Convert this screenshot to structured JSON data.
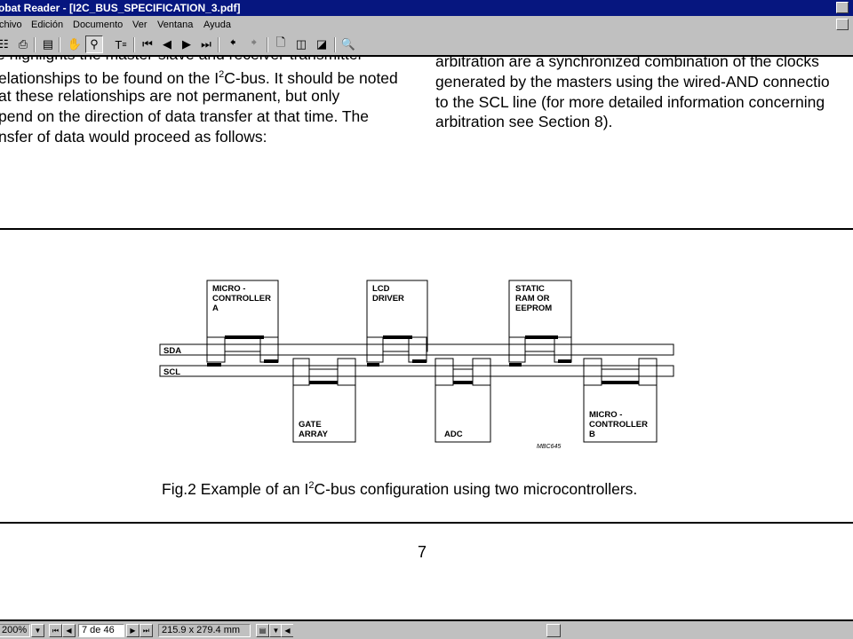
{
  "window": {
    "title": "obat Reader - [I2C_BUS_SPECIFICATION_3.pdf]"
  },
  "menu": {
    "items": [
      "chivo",
      "Edición",
      "Documento",
      "Ver",
      "Ventana",
      "Ayuda"
    ]
  },
  "toolbar": {
    "icons": [
      "open-icon",
      "print-icon",
      "show-bookmarks-icon",
      "hand-tool-icon",
      "zoom-tool-icon",
      "text-select-icon",
      "first-page-icon",
      "previous-page-icon",
      "next-page-icon",
      "last-page-icon",
      "go-back-icon",
      "go-forward-icon",
      "actual-size-icon",
      "fit-page-icon",
      "fit-width-icon",
      "find-icon"
    ]
  },
  "document": {
    "left_column": [
      "e highlights the master-slave and receiver-transmitter",
      "elationships to be found on the I",
      "C-bus. It should be noted",
      "at these relationships are not permanent, but only",
      "pend on the direction of data transfer at that time. The",
      "nsfer of data would proceed as follows:"
    ],
    "superscript_2": "2",
    "right_column": [
      "arbitration are a synchronized combination of the clocks",
      "generated by the masters using the wired-AND connectio",
      "to the SCL line (for more detailed information concerning",
      "arbitration see Section 8)."
    ],
    "diagram": {
      "bus_labels": {
        "sda": "SDA",
        "scl": "SCL"
      },
      "devices": {
        "micro_a": [
          "MICRO -",
          "CONTROLLER",
          "A"
        ],
        "lcd": [
          "LCD",
          "DRIVER"
        ],
        "static_ram": [
          "STATIC",
          "RAM OR",
          "EEPROM"
        ],
        "gate_array": [
          "GATE",
          "ARRAY"
        ],
        "adc": [
          "ADC"
        ],
        "micro_b": [
          "MICRO -",
          "CONTROLLER",
          "B"
        ]
      },
      "code": "MBC645"
    },
    "caption_prefix": "Fig.2  Example of an I",
    "caption_suffix": "C-bus configuration using two microcontrollers.",
    "page_number": "7"
  },
  "status": {
    "zoom": "200%",
    "page_indicator": "7 de 46",
    "page_size": "215.9 x 279.4  mm"
  }
}
